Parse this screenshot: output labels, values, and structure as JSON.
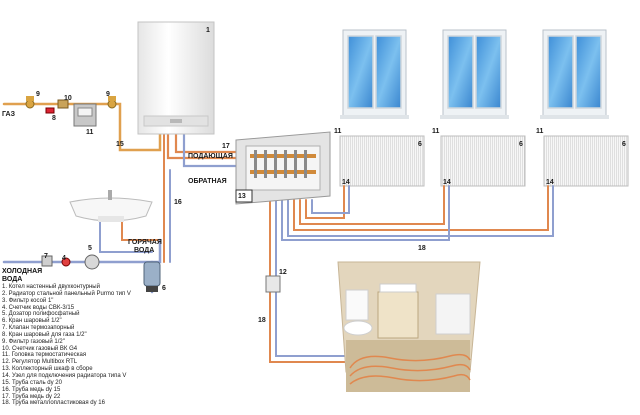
{
  "labels": {
    "gas": "ГАЗ",
    "supply": "ПОДАЮЩАЯ",
    "return": "ОБРАТНАЯ",
    "hot_water_1": "ГОРЯЧАЯ",
    "hot_water_2": "ВОДА",
    "cold_water_1": "ХОЛОДНАЯ",
    "cold_water_2": "ВОДА"
  },
  "callouts": {
    "n1": "1",
    "n4": "4",
    "n5": "5",
    "n6": "6",
    "n7": "7",
    "n8": "8",
    "n9": "9",
    "n10": "10",
    "n11": "11",
    "n12": "12",
    "n13": "13",
    "n14": "14",
    "n15": "15",
    "n16": "16",
    "n17": "17",
    "n18": "18"
  },
  "legend": [
    "1. Котел настенный двухконтурный",
    "2. Радиатор стальной панельный Purmo тип V",
    "3. Фильтр косой 1\"",
    "4. Счетчик воды СВК-3/15",
    "5. Дозатор полифосфатный",
    "6. Кран шаровый 1/2\"",
    "7. Клапан термозапорный",
    "8. Кран шаровый для газа 1/2\"",
    "9. Фильтр газовый 1/2\"",
    "10. Счетчик газовый ВК G4",
    "11. Головка термостатическая",
    "12. Регулятор Multibox RTL",
    "13. Коллекторный шкаф в сборе",
    "14. Узел для подключения радиатора типа V",
    "15. Труба сталь dy 20",
    "16. Труба медь dy 15",
    "17. Труба медь dy 22",
    "18. Труба металлопластиковая dy 16"
  ],
  "colors": {
    "hot_pipe": "#e0884f",
    "cold_pipe": "#8f9fcf",
    "window_glass": "#5fa8e6",
    "window_frame": "#e9eef2",
    "radiator": "#f2f2f2",
    "boiler": "#f4f4f4",
    "bathroom_wall": "#d8c8a8"
  }
}
